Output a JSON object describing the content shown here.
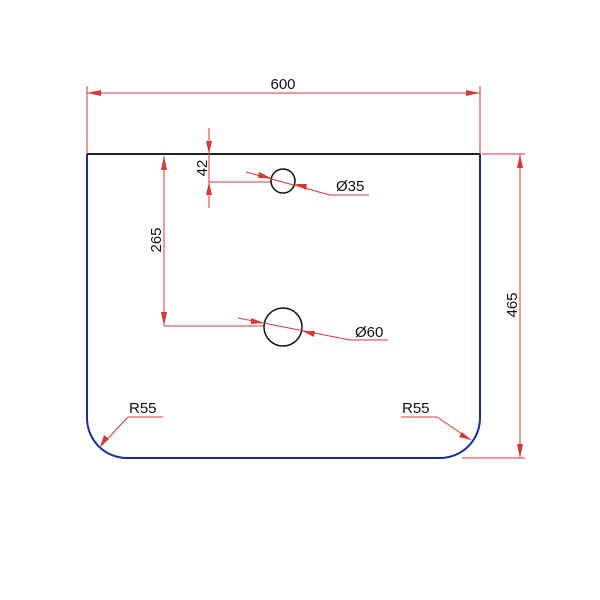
{
  "colors": {
    "outline": "#1c2a9e",
    "top_edge": "#222222",
    "dimension": "#d23a3a",
    "hole": "#111111"
  },
  "dimensions": {
    "width": "600",
    "height": "465",
    "small_hole_offset": "42",
    "large_hole_offset": "265",
    "small_hole_diameter": "Ø35",
    "large_hole_diameter": "Ø60",
    "left_corner_radius": "R55",
    "right_corner_radius": "R55"
  }
}
